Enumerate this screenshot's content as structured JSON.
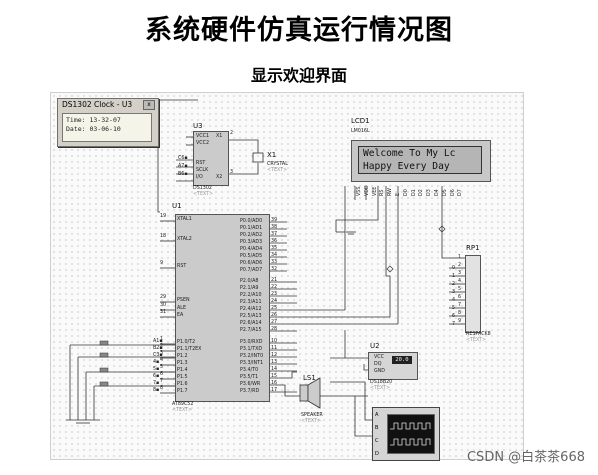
{
  "title": "系统硬件仿真运行情况图",
  "subtitle": "显示欢迎界面",
  "popup": {
    "title": "DS1302 Clock - U3",
    "close": "x",
    "time": "Time: 13-32-07",
    "date": "Date: 03-06-10"
  },
  "u3": {
    "ref": "U3",
    "name": "DS1302",
    "pins_left": [
      "VCC1",
      "VCC2",
      "RST",
      "SCLK",
      "I/O"
    ],
    "pins_right": [
      "X1",
      "X2"
    ],
    "pin_nums_right": [
      "2",
      "3"
    ],
    "nets": [
      "C6▪",
      "A7▪",
      "B6▪"
    ]
  },
  "x1": {
    "ref": "X1",
    "name": "CRYSTAL"
  },
  "lcd": {
    "ref": "LCD1",
    "name": "LM016L",
    "line1": "Welcome To My Lc",
    "line2": "Happy Every Day",
    "pins": [
      "VSS",
      "VDD",
      "VEE",
      "RS",
      "RW",
      "E",
      "D0",
      "D1",
      "D2",
      "D3",
      "D4",
      "D5",
      "D6",
      "D7"
    ]
  },
  "u1": {
    "ref": "U1",
    "name": "AT89C52",
    "left_pins": [
      {
        "num": "19",
        "name": "XTAL1"
      },
      {
        "num": "18",
        "name": "XTAL2"
      },
      {
        "num": "9",
        "name": "RST"
      },
      {
        "num": "29",
        "name": "PSEN"
      },
      {
        "num": "30",
        "name": "ALE"
      },
      {
        "num": "31",
        "name": "EA"
      },
      {
        "num": "1",
        "name": "P1.0/T2"
      },
      {
        "num": "2",
        "name": "P1.1/T2EX"
      },
      {
        "num": "3",
        "name": "P1.2"
      },
      {
        "num": "4",
        "name": "P1.3"
      },
      {
        "num": "5",
        "name": "P1.4"
      },
      {
        "num": "6",
        "name": "P1.5"
      },
      {
        "num": "7",
        "name": "P1.6"
      },
      {
        "num": "8",
        "name": "P1.7"
      }
    ],
    "right_pins": [
      {
        "num": "39",
        "name": "P0.0/AD0"
      },
      {
        "num": "38",
        "name": "P0.1/AD1"
      },
      {
        "num": "37",
        "name": "P0.2/AD2"
      },
      {
        "num": "36",
        "name": "P0.3/AD3"
      },
      {
        "num": "35",
        "name": "P0.4/AD4"
      },
      {
        "num": "34",
        "name": "P0.5/AD5"
      },
      {
        "num": "33",
        "name": "P0.6/AD6"
      },
      {
        "num": "32",
        "name": "P0.7/AD7"
      },
      {
        "num": "21",
        "name": "P2.0/A8"
      },
      {
        "num": "22",
        "name": "P2.1/A9"
      },
      {
        "num": "23",
        "name": "P2.2/A10"
      },
      {
        "num": "24",
        "name": "P2.3/A11"
      },
      {
        "num": "25",
        "name": "P2.4/A12"
      },
      {
        "num": "26",
        "name": "P2.5/A13"
      },
      {
        "num": "27",
        "name": "P2.6/A14"
      },
      {
        "num": "28",
        "name": "P2.7/A15"
      },
      {
        "num": "10",
        "name": "P3.0/RXD"
      },
      {
        "num": "11",
        "name": "P3.1/TXD"
      },
      {
        "num": "12",
        "name": "P3.2/INT0"
      },
      {
        "num": "13",
        "name": "P3.3/INT1"
      },
      {
        "num": "14",
        "name": "P3.4/T0"
      },
      {
        "num": "15",
        "name": "P3.5/T1"
      },
      {
        "num": "16",
        "name": "P3.6/WR"
      },
      {
        "num": "17",
        "name": "P3.7/RD"
      }
    ],
    "left_nets": [
      "A1▪",
      "B2▪",
      "C3▪",
      "4▪",
      "5▪",
      "6▪",
      "7▪",
      "8▪"
    ]
  },
  "rp1": {
    "ref": "RP1",
    "name": "RESPACK8",
    "pins": [
      "1",
      "2",
      "3",
      "4",
      "5",
      "6",
      "7",
      "8",
      "9"
    ],
    "nets": [
      "0",
      "1",
      "2",
      "3",
      "4",
      "5",
      "6",
      "7"
    ]
  },
  "u2": {
    "ref": "U2",
    "name": "DS18B20",
    "pins": [
      "VCC",
      "DQ",
      "GND"
    ],
    "reading": "20.0"
  },
  "ls1": {
    "ref": "LS1",
    "name": "SPEAKER"
  },
  "scope": {
    "channels": [
      "A",
      "B",
      "C",
      "D"
    ]
  },
  "text_placeholder": "<TEXT>",
  "watermark": "CSDN @白茶茶668"
}
